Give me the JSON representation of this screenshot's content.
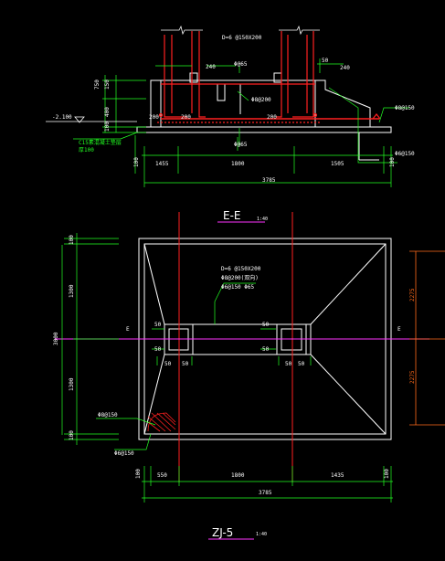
{
  "section": {
    "title": "E-E",
    "scale": "1:40",
    "labels": {
      "top_rebar": "D=6 @150X200",
      "d240a": "240",
      "d50a": "50",
      "d240b": "240",
      "phi65a": "Φ@65",
      "left_h1": "150",
      "left_h2": "750",
      "left_h3": "400",
      "left_h4": "100",
      "ground": "-2.100",
      "d200a": "200",
      "d200b": "200",
      "d200c": "200",
      "mid_note": "Φ8@200",
      "right_note1": "Φ8@150",
      "right_note2": "Φ6@150",
      "bottom_phi": "Φ@65",
      "green_note1": "C15素混凝土垫层",
      "green_note2": "厚100",
      "d100a": "100",
      "d1455": "1455",
      "d1800": "1800",
      "d1505": "1505",
      "d100b": "100",
      "total": "3785"
    }
  },
  "plan": {
    "title": "ZJ-5",
    "scale": "1:40",
    "labels": {
      "note1": "D=6 @150X200",
      "note2": "Φ8@200(双向)",
      "note3": "Φ6@150 Φ65",
      "e_left": "E",
      "e_right": "E",
      "left_total": "3000",
      "left_top": "100",
      "left_upper": "1300",
      "left_lower": "1300",
      "left_bottom": "100",
      "right_upper": "2275",
      "right_lower": "2275",
      "p50a": "50",
      "p50b": "50",
      "p50c": "50",
      "p50d": "50",
      "p50e": "50",
      "p50f": "50",
      "p50g": "50",
      "p50h": "50",
      "corner_note1": "Φ8@150",
      "corner_note2": "Φ6@150",
      "b100a": "100",
      "b550": "550",
      "b1800": "1800",
      "b1435": "1435",
      "b100b": "100",
      "b_total": "3785"
    }
  },
  "colors": {
    "red": "#ff2020",
    "green": "#22ff22",
    "white": "#ffffff",
    "magenta": "#ff33ff",
    "orange": "#ff6a1a",
    "background": "#000000"
  }
}
